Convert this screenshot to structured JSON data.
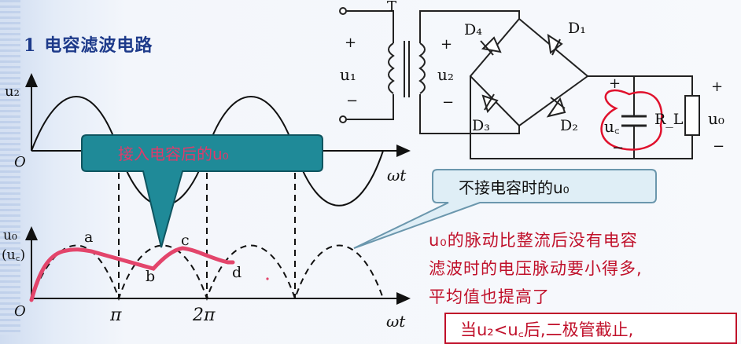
{
  "slide": {
    "title_number": "1",
    "title": "电容滤波电路",
    "accent_red": "#c0102a",
    "accent_blue": "#1d3a8a"
  },
  "waveforms": {
    "top_ylabel": "u₂",
    "origin": "O",
    "axis_label": "ωt",
    "bottom_ylabel_1": "u₀",
    "bottom_ylabel_2": "(u꜀)",
    "ticks": [
      "π",
      "2π"
    ],
    "points": [
      "a",
      "b",
      "c",
      "d"
    ]
  },
  "callouts": {
    "with_capacitor": "接入电容后的u₀",
    "without_capacitor": "不接电容时的u₀"
  },
  "circuit": {
    "transformer": "T",
    "u1": "u₁",
    "u2": "u₂",
    "plus": "+",
    "minus": "−",
    "diodes": [
      "D₄",
      "D₁",
      "D₃",
      "D₂"
    ],
    "uc": "u꜀",
    "rl": "R_L",
    "uo": "u₀"
  },
  "explanation": {
    "line1": "u₀的脉动比整流后没有电容",
    "line2": "滤波时的电压脉动要小得多,",
    "line3": "平均值也提高了",
    "bottom": "当u₂<u꜀后,二极管截止,"
  }
}
